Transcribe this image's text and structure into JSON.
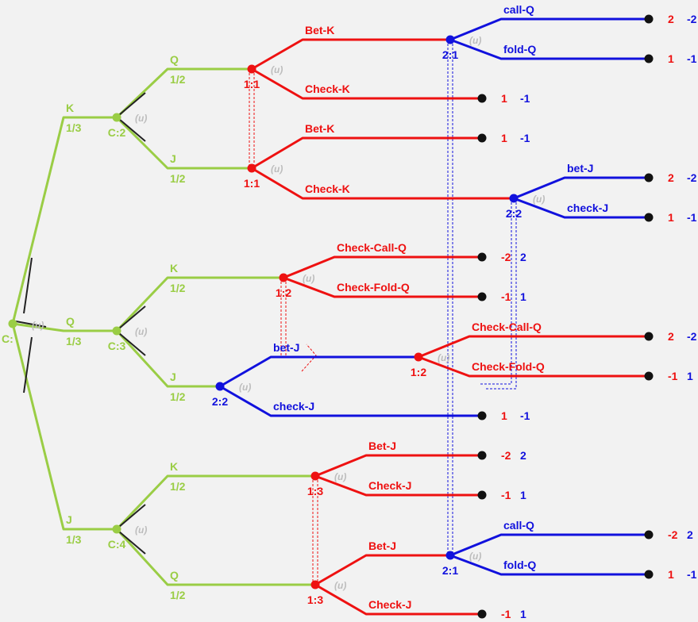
{
  "colors": {
    "chance": "#9acd45",
    "player1": "#ee1111",
    "player2": "#1111dd",
    "terminal": "#111111",
    "chance_marker": "#222222",
    "info_set_p1": "#ee1111",
    "info_set_p2": "#1111dd",
    "uniform_label": "#bdbdbd",
    "background": "#f2f2f2"
  },
  "root": {
    "label": "C:",
    "uniform": "(u)"
  },
  "chance_nodes": [
    {
      "id": "c2",
      "label": "C:2",
      "uniform": "(u)",
      "incoming_move": "K",
      "incoming_prob": "1/3"
    },
    {
      "id": "c3",
      "label": "C:3",
      "uniform": "(u)",
      "incoming_move": "Q",
      "incoming_prob": "1/3"
    },
    {
      "id": "c4",
      "label": "C:4",
      "uniform": "(u)",
      "incoming_move": "J",
      "incoming_prob": "1/3"
    }
  ],
  "decision_nodes": [
    {
      "id": "p1a",
      "label": "1:1",
      "player": 1,
      "uniform": "(u)",
      "incoming_move": "Q",
      "incoming_prob": "1/2"
    },
    {
      "id": "p1b",
      "label": "1:1",
      "player": 1,
      "uniform": "(u)",
      "incoming_move": "J",
      "incoming_prob": "1/2"
    },
    {
      "id": "p1c",
      "label": "1:2",
      "player": 1,
      "uniform": "(u)",
      "incoming_move": "K",
      "incoming_prob": "1/2"
    },
    {
      "id": "p2d",
      "label": "2:2",
      "player": 2,
      "uniform": "(u)",
      "incoming_move": "J",
      "incoming_prob": "1/2"
    },
    {
      "id": "p1d",
      "label": "1:2",
      "player": 1,
      "uniform": "(u)",
      "incoming_move": "bet-J",
      "incoming_prob": ""
    },
    {
      "id": "p1e",
      "label": "1:3",
      "player": 1,
      "uniform": "(u)",
      "incoming_move": "K",
      "incoming_prob": "1/2"
    },
    {
      "id": "p1f",
      "label": "1:3",
      "player": 1,
      "uniform": "(u)",
      "incoming_move": "Q",
      "incoming_prob": "1/2"
    },
    {
      "id": "p2a",
      "label": "2:1",
      "player": 2,
      "uniform": "(u)",
      "incoming_move": "Bet-K",
      "incoming_prob": ""
    },
    {
      "id": "p2b",
      "label": "2:2",
      "player": 2,
      "uniform": "(u)",
      "incoming_move": "Check-K",
      "incoming_prob": ""
    },
    {
      "id": "p2c",
      "label": "2:1",
      "player": 2,
      "uniform": "(u)",
      "incoming_move": "Bet-J",
      "incoming_prob": ""
    }
  ],
  "terminals": [
    {
      "id": "t1",
      "move": "call-Q",
      "player": 2,
      "payoff1": "2",
      "payoff2": "-2"
    },
    {
      "id": "t2",
      "move": "fold-Q",
      "player": 2,
      "payoff1": "1",
      "payoff2": "-1"
    },
    {
      "id": "t3",
      "move": "Check-K",
      "player": 1,
      "payoff1": "1",
      "payoff2": "-1"
    },
    {
      "id": "t4",
      "move": "Bet-K",
      "player": 1,
      "payoff1": "1",
      "payoff2": "-1"
    },
    {
      "id": "t5",
      "move": "bet-J",
      "player": 2,
      "payoff1": "2",
      "payoff2": "-2"
    },
    {
      "id": "t6",
      "move": "check-J",
      "player": 2,
      "payoff1": "1",
      "payoff2": "-1"
    },
    {
      "id": "t7",
      "move": "Check-Call-Q",
      "player": 1,
      "payoff1": "-2",
      "payoff2": "2"
    },
    {
      "id": "t8",
      "move": "Check-Fold-Q",
      "player": 1,
      "payoff1": "-1",
      "payoff2": "1"
    },
    {
      "id": "t9",
      "move": "Check-Call-Q",
      "player": 1,
      "payoff1": "2",
      "payoff2": "-2"
    },
    {
      "id": "t10",
      "move": "Check-Fold-Q",
      "player": 1,
      "payoff1": "-1",
      "payoff2": "1"
    },
    {
      "id": "t11",
      "move": "check-J",
      "player": 2,
      "payoff1": "1",
      "payoff2": "-1"
    },
    {
      "id": "t12",
      "move": "Bet-J",
      "player": 1,
      "payoff1": "-2",
      "payoff2": "2"
    },
    {
      "id": "t13",
      "move": "Check-J",
      "player": 1,
      "payoff1": "-1",
      "payoff2": "1"
    },
    {
      "id": "t14",
      "move": "call-Q",
      "player": 2,
      "payoff1": "-2",
      "payoff2": "2"
    },
    {
      "id": "t15",
      "move": "fold-Q",
      "player": 2,
      "payoff1": "1",
      "payoff2": "-1"
    },
    {
      "id": "t16",
      "move": "Check-J",
      "player": 1,
      "payoff1": "-1",
      "payoff2": "1"
    }
  ]
}
